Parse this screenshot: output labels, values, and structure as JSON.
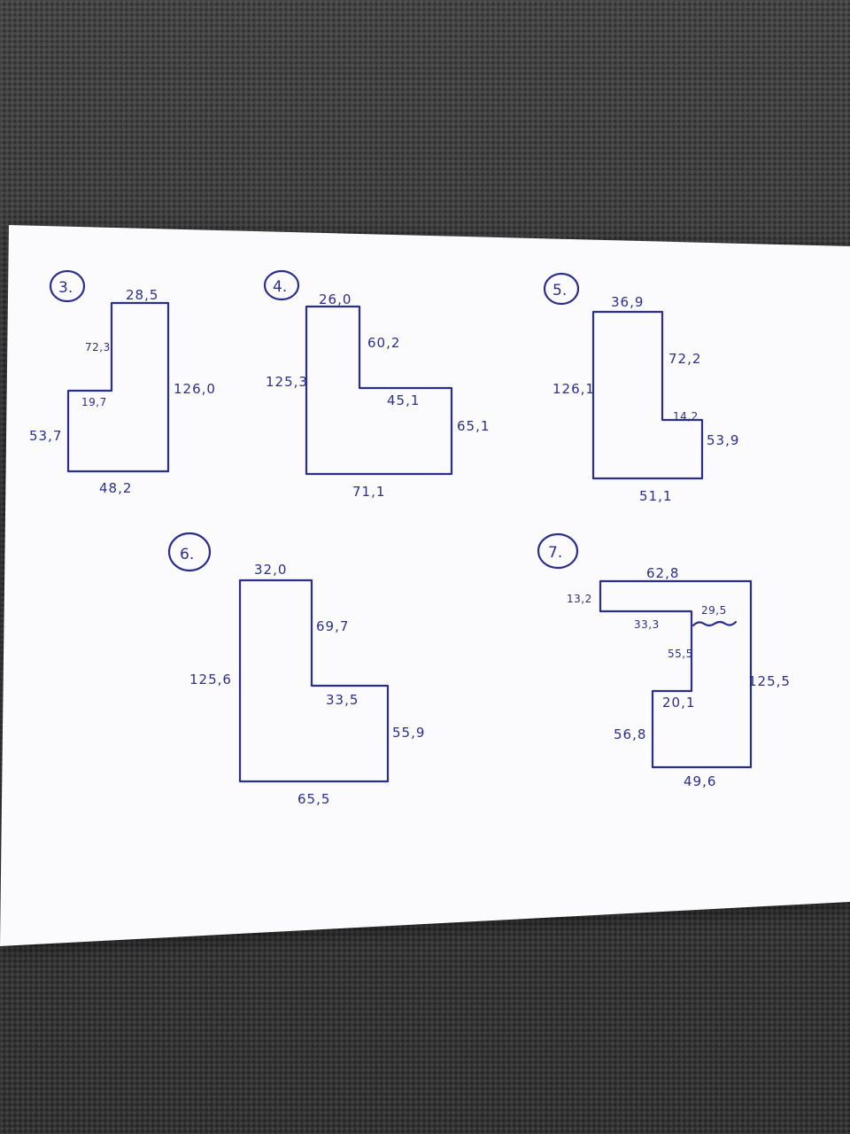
{
  "colors": {
    "ink": "#2b2e8a",
    "paper": "#fbfbfd",
    "fabric": "#3b3b3b"
  },
  "shapes": [
    {
      "number": "3.",
      "labels": [
        "28,5",
        "72,3",
        "19,7",
        "126,0",
        "53,7",
        "48,2"
      ]
    },
    {
      "number": "4.",
      "labels": [
        "26,0",
        "60,2",
        "125,3",
        "45,1",
        "65,1",
        "71,1"
      ]
    },
    {
      "number": "5.",
      "labels": [
        "36,9",
        "72,2",
        "126,1",
        "14,2",
        "53,9",
        "51,1"
      ]
    },
    {
      "number": "6.",
      "labels": [
        "32,0",
        "69,7",
        "125,6",
        "33,5",
        "55,9",
        "65,5"
      ]
    },
    {
      "number": "7.",
      "labels": [
        "62,8",
        "13,2",
        "33,3",
        "29,5",
        "55,5",
        "125,5",
        "20,1",
        "56,8",
        "49,6"
      ]
    }
  ]
}
